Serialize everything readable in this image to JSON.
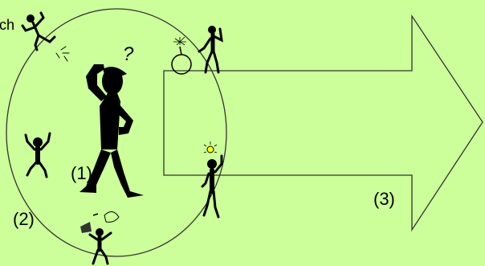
{
  "labels": {
    "partial_top_left": "ch",
    "one": "(1)",
    "two": "(2)",
    "three": "(3)",
    "question_mark": "?"
  },
  "colors": {
    "background": "#ccff99",
    "ink": "#000000",
    "outline": "#333333",
    "bulb": "#ffff00"
  },
  "icons": [
    "thinking-figure-icon",
    "jumping-figure-icon",
    "cheering-figure-icon",
    "bomb-figure-icon",
    "lightbulb-figure-icon",
    "juggling-figure-icon"
  ]
}
